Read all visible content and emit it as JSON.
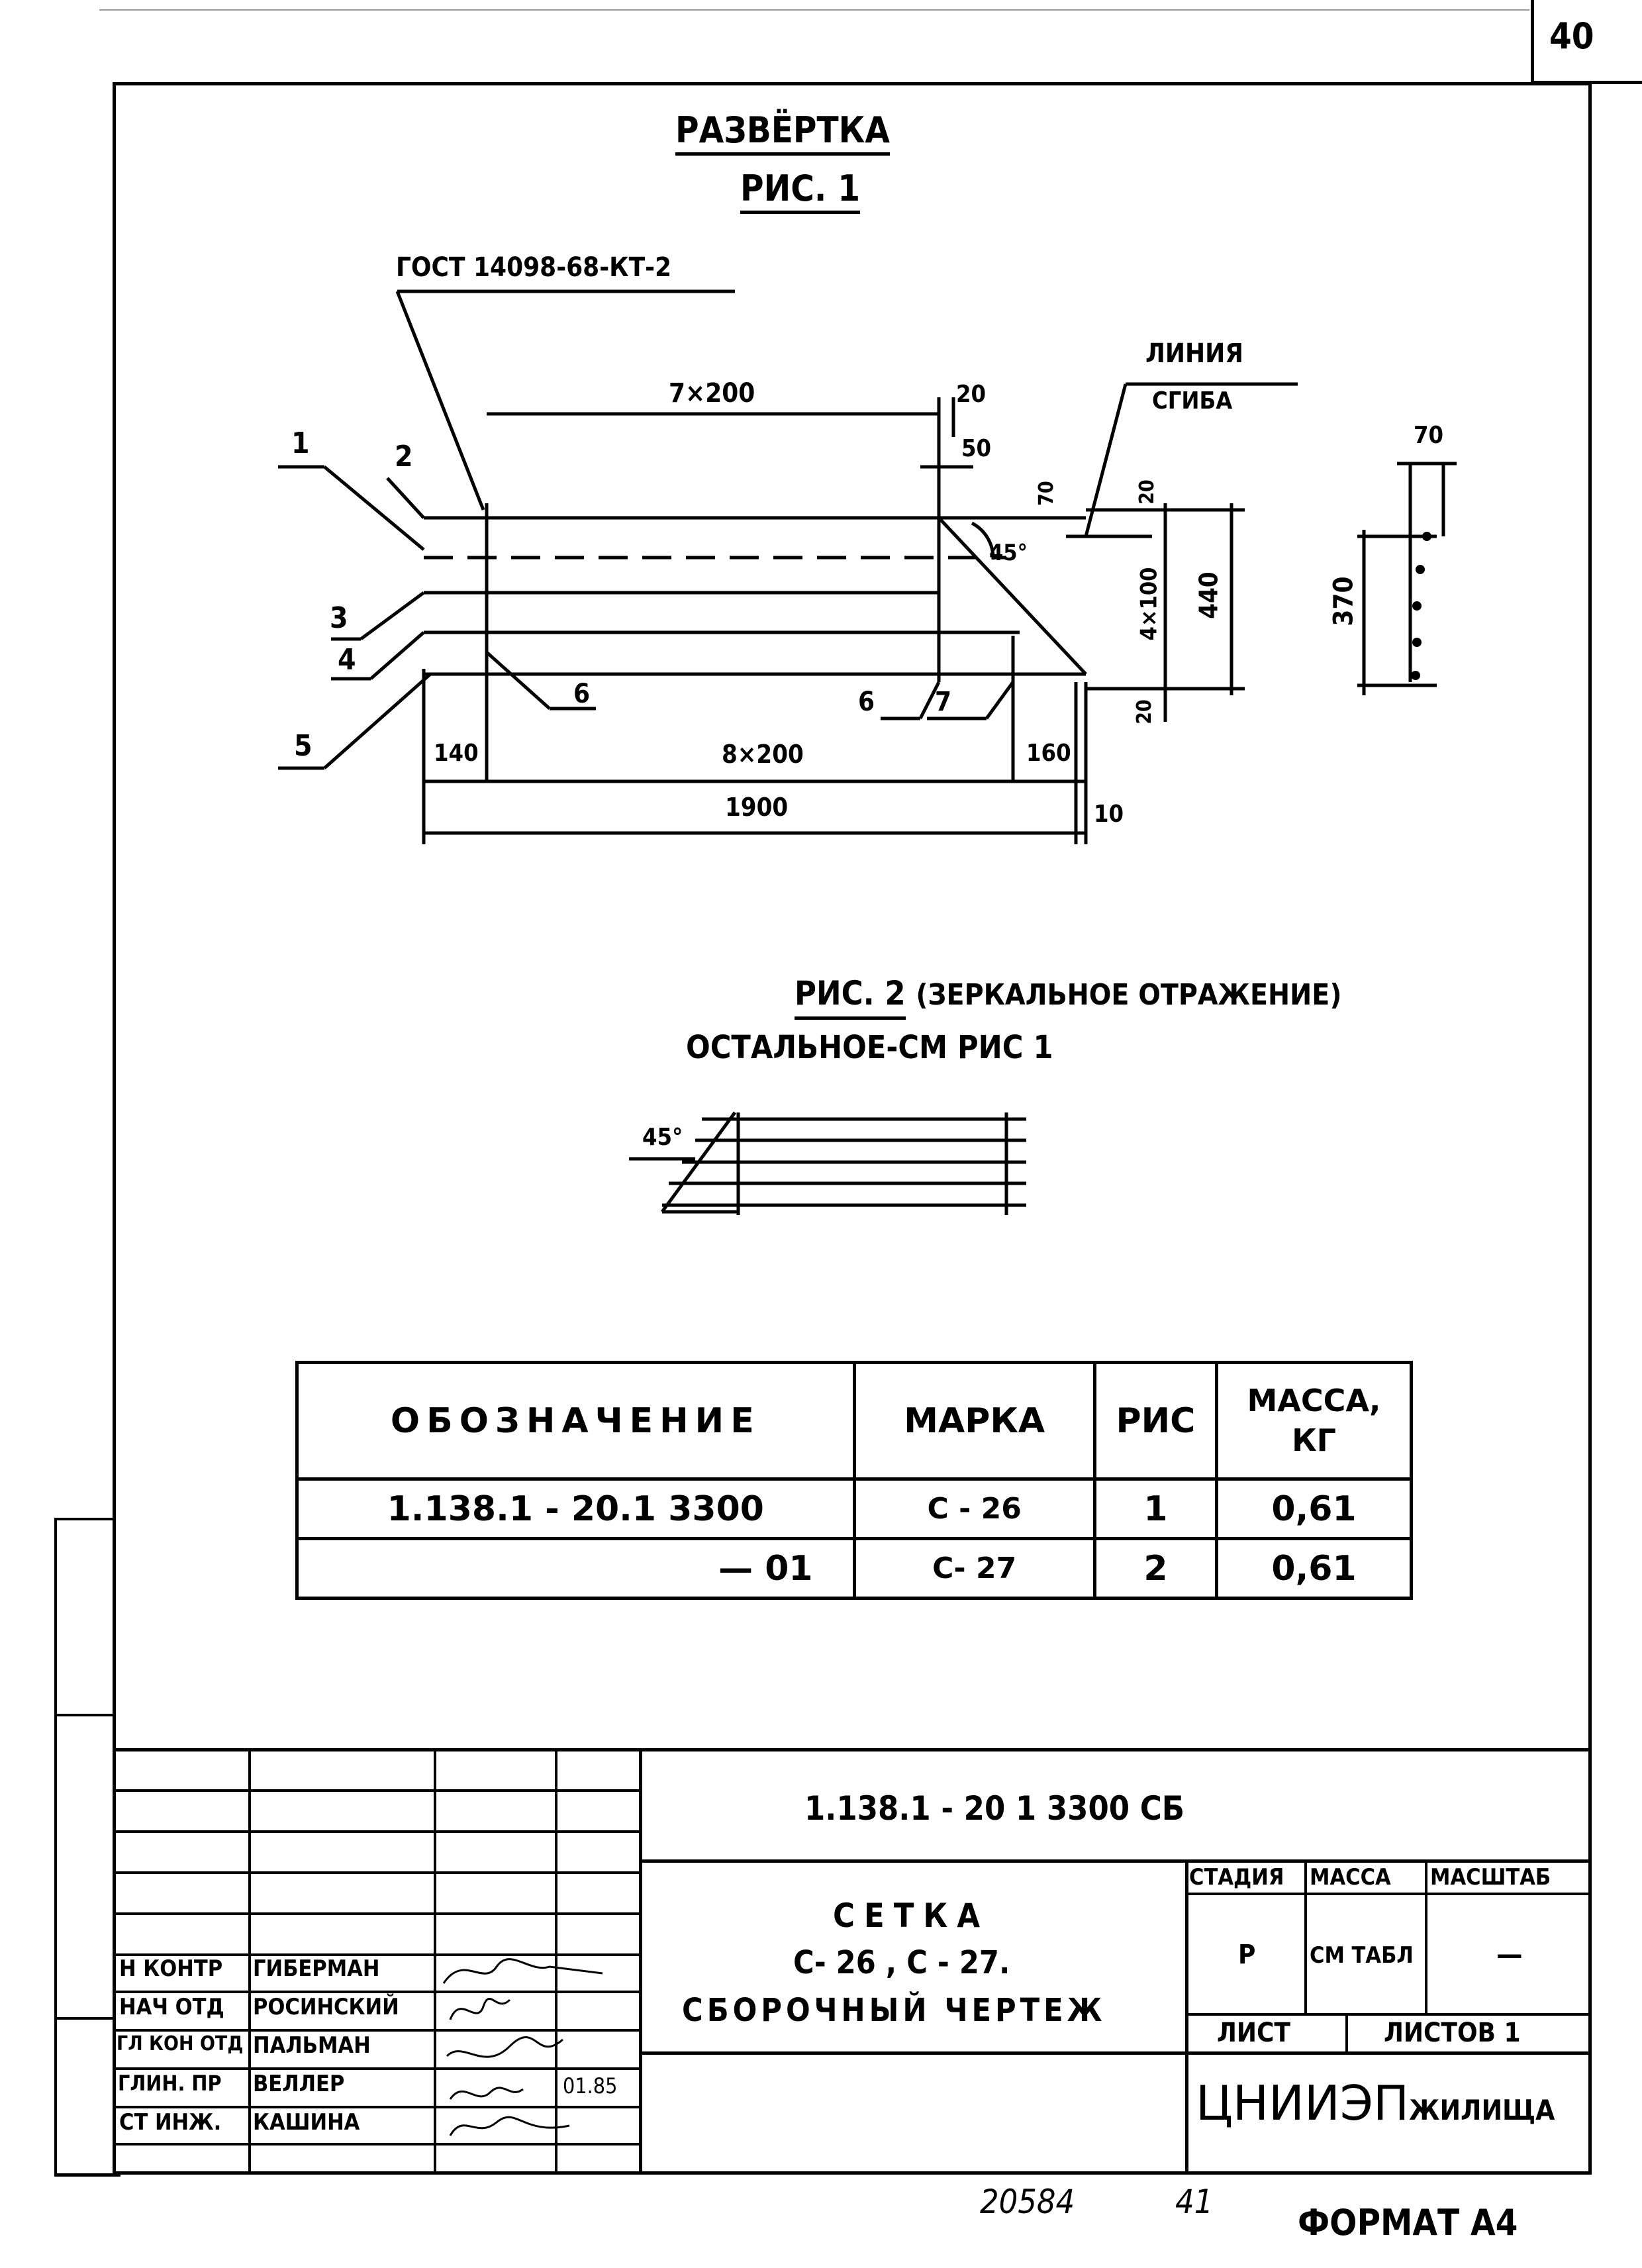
{
  "page_number": "40",
  "section_title": "РАЗВЁРТКА",
  "fig1": {
    "title": "РИС. 1",
    "gost": "ГОСТ 14098-68-КТ-2",
    "bend_line_1": "ЛИНИЯ",
    "bend_line_2": "СГИБА",
    "dims": {
      "top_pitch": "7×200",
      "d20_top": "20",
      "d50": "50",
      "d70": "70",
      "d20_right": "20",
      "d4x100": "4×100",
      "d440": "440",
      "d20_bottom": "20",
      "d140": "140",
      "bottom_pitch": "8×200",
      "d160": "160",
      "d1900": "1900",
      "d10": "10",
      "angle": "45°",
      "side_70": "70",
      "side_370": "370"
    },
    "callouts": [
      "1",
      "2",
      "3",
      "4",
      "5",
      "6",
      "6",
      "7"
    ]
  },
  "fig2": {
    "title": "РИС. 2",
    "note": "(ЗЕРКАЛЬНОЕ ОТРАЖЕНИЕ)",
    "note2": "ОСТАЛЬНОЕ-СМ РИС 1",
    "angle": "45°"
  },
  "spec_table": {
    "headers": [
      "ОБОЗНАЧЕНИЕ",
      "МАРКА",
      "РИС",
      "МАССА,",
      "КГ"
    ],
    "rows": [
      [
        "1.138.1 - 20.1 3300",
        "С - 26",
        "1",
        "0,61"
      ],
      [
        "— 01",
        "С- 27",
        "2",
        "0,61"
      ]
    ]
  },
  "title_block": {
    "doc_code": "1.138.1 - 20 1 3300 СБ",
    "name_1": "СЕТКА",
    "name_2": "С- 26 , С - 27.",
    "name_3": "СБОРОЧНЫЙ ЧЕРТЕЖ",
    "stage_label": "СТАДИЯ",
    "mass_label": "МАССА",
    "scale_label": "МАСШТАБ",
    "stage_value": "Р",
    "mass_value": "СМ ТАБЛ",
    "scale_value": "—",
    "sheet_label": "ЛИСТ",
    "sheets_label": "ЛИСТОВ 1",
    "org_1": "ЦНИИЭП",
    "org_2": "ЖИЛИЩА",
    "signatures": [
      {
        "role": "Н КОНТР",
        "name": "ГИБЕРМАН",
        "date": ""
      },
      {
        "role": "НАЧ ОТД",
        "name": "РОСИНСКИЙ",
        "date": ""
      },
      {
        "role": "ГЛ КОН ОТД",
        "name": "ПАЛЬМАН",
        "date": ""
      },
      {
        "role": "ГЛИН. ПР",
        "name": "ВЕЛЛЕР",
        "date": "01.85"
      },
      {
        "role": "СТ ИНЖ.",
        "name": "КАШИНА",
        "date": ""
      }
    ]
  },
  "footer": {
    "inventory": "20584",
    "sheet_no": "41",
    "format": "ФОРМАТ А4"
  }
}
